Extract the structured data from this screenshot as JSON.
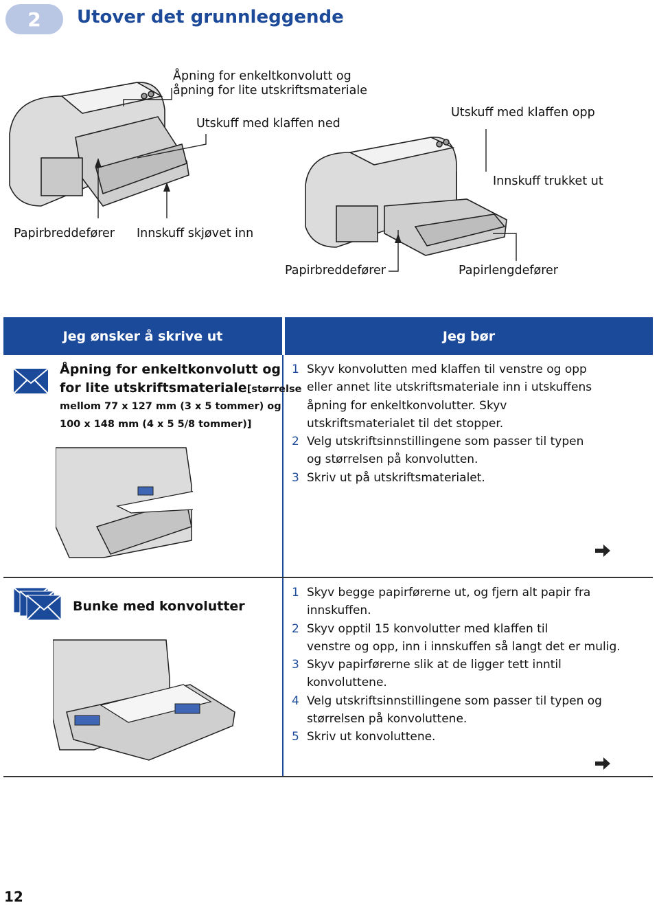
{
  "header": {
    "chapter_number": "2",
    "chapter_title": "Utover det grunnleggende"
  },
  "figure_top": {
    "labels": {
      "single_slot_line1": "Åpning for enkeltkonvolutt og",
      "single_slot_line2": "åpning for lite utskriftsmateriale",
      "output_down": "Utskuff med klaffen ned",
      "output_up": "Utskuff med klaffen opp",
      "input_out": "Innskuff trukket ut",
      "width_guide_left": "Papirbreddefører",
      "input_in": "Innskuff skjøvet inn",
      "width_guide_right": "Papirbreddefører",
      "length_guide": "Papirlengdefører"
    }
  },
  "table": {
    "col1_header": "Jeg ønsker å skrive ut",
    "col2_header": "Jeg bør",
    "rows": [
      {
        "title_line1": "Åpning for enkeltkonvolutt og",
        "title_line2": "for lite utskriftsmateriale",
        "title_small": "[størrelse",
        "sub_line1": "mellom 77 x 127 mm (3 x 5 tommer) og",
        "sub_line2": "100 x 148 mm (4 x 5 5/8 tommer)]",
        "icon": "envelope-icon",
        "steps": [
          {
            "num": "1",
            "line1": "Skyv konvolutten med klaffen til venstre og opp",
            "line2": "eller annet lite utskriftsmateriale inn i utskuffens",
            "line3": "åpning for enkeltkonvolutter. Skyv",
            "line4": "utskriftsmaterialet til det stopper."
          },
          {
            "num": "2",
            "line1": "Velg utskriftsinnstillingene som passer til typen",
            "line2": "og størrelsen på konvolutten."
          },
          {
            "num": "3",
            "line1": "Skriv ut på utskriftsmaterialet."
          }
        ],
        "continue_icon": "arrow-right-icon"
      },
      {
        "title": "Bunke med konvolutter",
        "icon": "envelope-stack-icon",
        "steps": [
          {
            "num": "1",
            "line1": "Skyv begge papirførerne ut, og fjern alt papir fra",
            "line2": "innskuffen."
          },
          {
            "num": "2",
            "line1": "Skyv opptil 15 konvolutter med klaffen til",
            "line2": "venstre og opp, inn i innskuffen så langt det er mulig."
          },
          {
            "num": "3",
            "line1": "Skyv papirførerne slik at de ligger tett inntil",
            "line2": "konvoluttene."
          },
          {
            "num": "4",
            "line1": "Velg utskriftsinnstillingene som passer til typen og",
            "line2": "størrelsen på konvoluttene."
          },
          {
            "num": "5",
            "line1": "Skriv ut konvoluttene."
          }
        ],
        "continue_icon": "arrow-right-icon"
      }
    ]
  },
  "footer": {
    "page_number": "12"
  },
  "colors": {
    "accent": "#1b4a9b",
    "pill": "#b9c6e4",
    "guide": "#3f66b5"
  }
}
